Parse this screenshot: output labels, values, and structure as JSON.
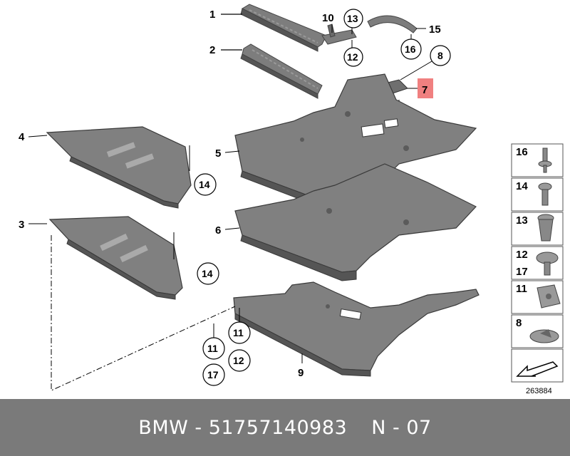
{
  "footer": {
    "brand": "BMW",
    "sep1": "-",
    "part_number": "51757140983",
    "position": "N - 07"
  },
  "reference_number": "263884",
  "colors": {
    "panel_fill": "#7f7f7f",
    "panel_dark": "#5b5b5b",
    "highlight_red": "#f08080",
    "footer_bg": "#7a7a7a"
  },
  "callouts": {
    "c1": "1",
    "c2": "2",
    "c3": "3",
    "c4": "4",
    "c5": "5",
    "c6": "6",
    "c7": "7",
    "c8": "8",
    "c9": "9",
    "c10": "10",
    "c13": "13",
    "c12": "12",
    "c15": "15",
    "c16": "16",
    "c14a": "14",
    "c14b": "14",
    "c11a": "11",
    "c11b": "11",
    "c12b": "12",
    "c17": "17"
  },
  "legend": {
    "l16": "16",
    "l14": "14",
    "l13": "13",
    "l12": "12",
    "l17": "17",
    "l11": "11",
    "l8": "8"
  }
}
